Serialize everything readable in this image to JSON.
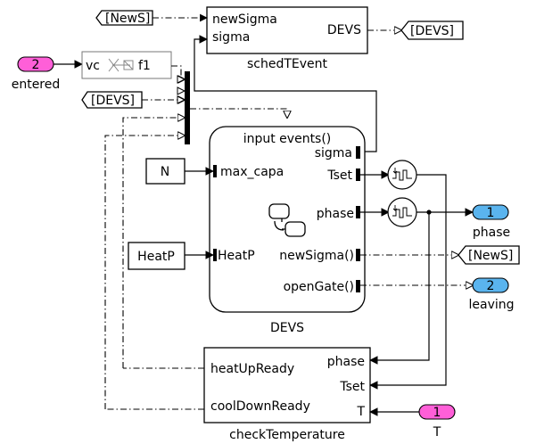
{
  "blocks": {
    "schedTEvent": {
      "in1": "newSigma",
      "in2": "sigma",
      "out": "DEVS",
      "caption": "schedTEvent"
    },
    "checkTemperature": {
      "in1": "heatUpReady",
      "in2": "coolDownReady",
      "out1": "phase",
      "out2": "Tset",
      "out3": "T",
      "caption": "checkTemperature"
    },
    "devs": {
      "header": "input events()",
      "sigma": "sigma",
      "tset": "Tset",
      "phase": "phase",
      "max_capa": "max_capa",
      "heatp_in": "HeatP",
      "new_sigma": "newSigma()",
      "open_gate": "openGate()",
      "caption": "DEVS"
    },
    "vc_block": {
      "left": "vc",
      "right": "f1"
    }
  },
  "goto_from": {
    "news_from": "[NewS]",
    "devs_from": "[DEVS]",
    "devs_goto": "[DEVS]",
    "news_goto": "[NewS]"
  },
  "constants": {
    "n": "N",
    "heatp": "HeatP"
  },
  "ports": {
    "entered": {
      "num": "2",
      "label": "entered",
      "color": "#ff5fd8"
    },
    "phase": {
      "num": "1",
      "label": "phase",
      "color": "#5ab4ee"
    },
    "leaving": {
      "num": "2",
      "label": "leaving",
      "color": "#5ab4ee"
    },
    "t": {
      "num": "1",
      "label": "T",
      "color": "#ff5fd8"
    }
  }
}
